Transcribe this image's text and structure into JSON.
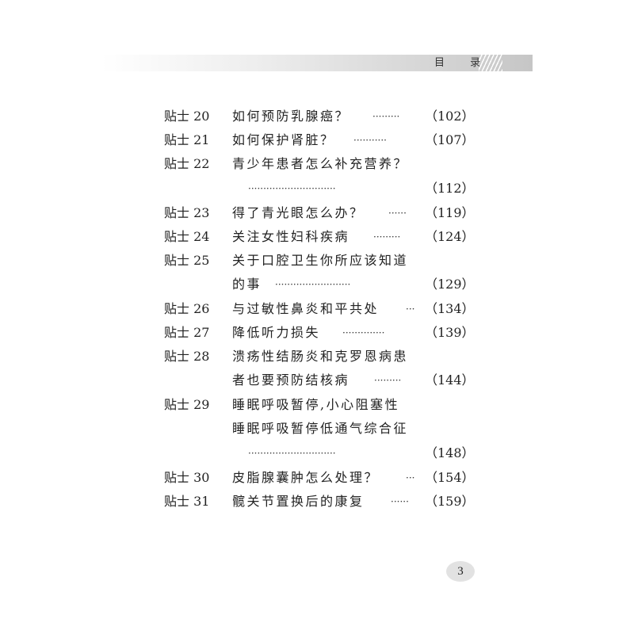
{
  "header": {
    "title": "目 录"
  },
  "entries": [
    {
      "label": "贴士 20",
      "line1": "如何预防乳腺癌？",
      "dots": "·········",
      "page": "（102）"
    },
    {
      "label": "贴士 21",
      "line1": "如何保护肾脏？",
      "dots": "···········",
      "page": "（107）"
    },
    {
      "label": "贴士 22",
      "line1": "青少年患者怎么补充营养？",
      "dots": "·····························",
      "page": "（112）"
    },
    {
      "label": "贴士 23",
      "line1": "得了青光眼怎么办？",
      "dots": "······",
      "page": "（119）"
    },
    {
      "label": "贴士 24",
      "line1": "关注女性妇科疾病",
      "dots": "·········",
      "page": "（124）"
    },
    {
      "label": "贴士 25",
      "line1": "关于口腔卫生你所应该知道",
      "line2": "的事",
      "dots": "·························",
      "page": "（129）"
    },
    {
      "label": "贴士 26",
      "line1": "与过敏性鼻炎和平共处",
      "dots": "···",
      "page": "（134）"
    },
    {
      "label": "贴士 27",
      "line1": "降低听力损失",
      "dots": "··············",
      "page": "（139）"
    },
    {
      "label": "贴士 28",
      "line1": "溃疡性结肠炎和克罗恩病患",
      "line2": "者也要预防结核病",
      "dots": "·········",
      "page": "（144）"
    },
    {
      "label": "贴士 29",
      "line1": "睡眠呼吸暂停,小心阻塞性",
      "line2": "睡眠呼吸暂停低通气综合征",
      "dots": "·····························",
      "page": "（148）"
    },
    {
      "label": "贴士 30",
      "line1": "皮脂腺囊肿怎么处理？",
      "dots": "···",
      "page": "（154）"
    },
    {
      "label": "贴士 31",
      "line1": "髋关节置换后的康复",
      "dots": "······",
      "page": "（159）"
    }
  ],
  "footer": {
    "page_number": "3"
  }
}
